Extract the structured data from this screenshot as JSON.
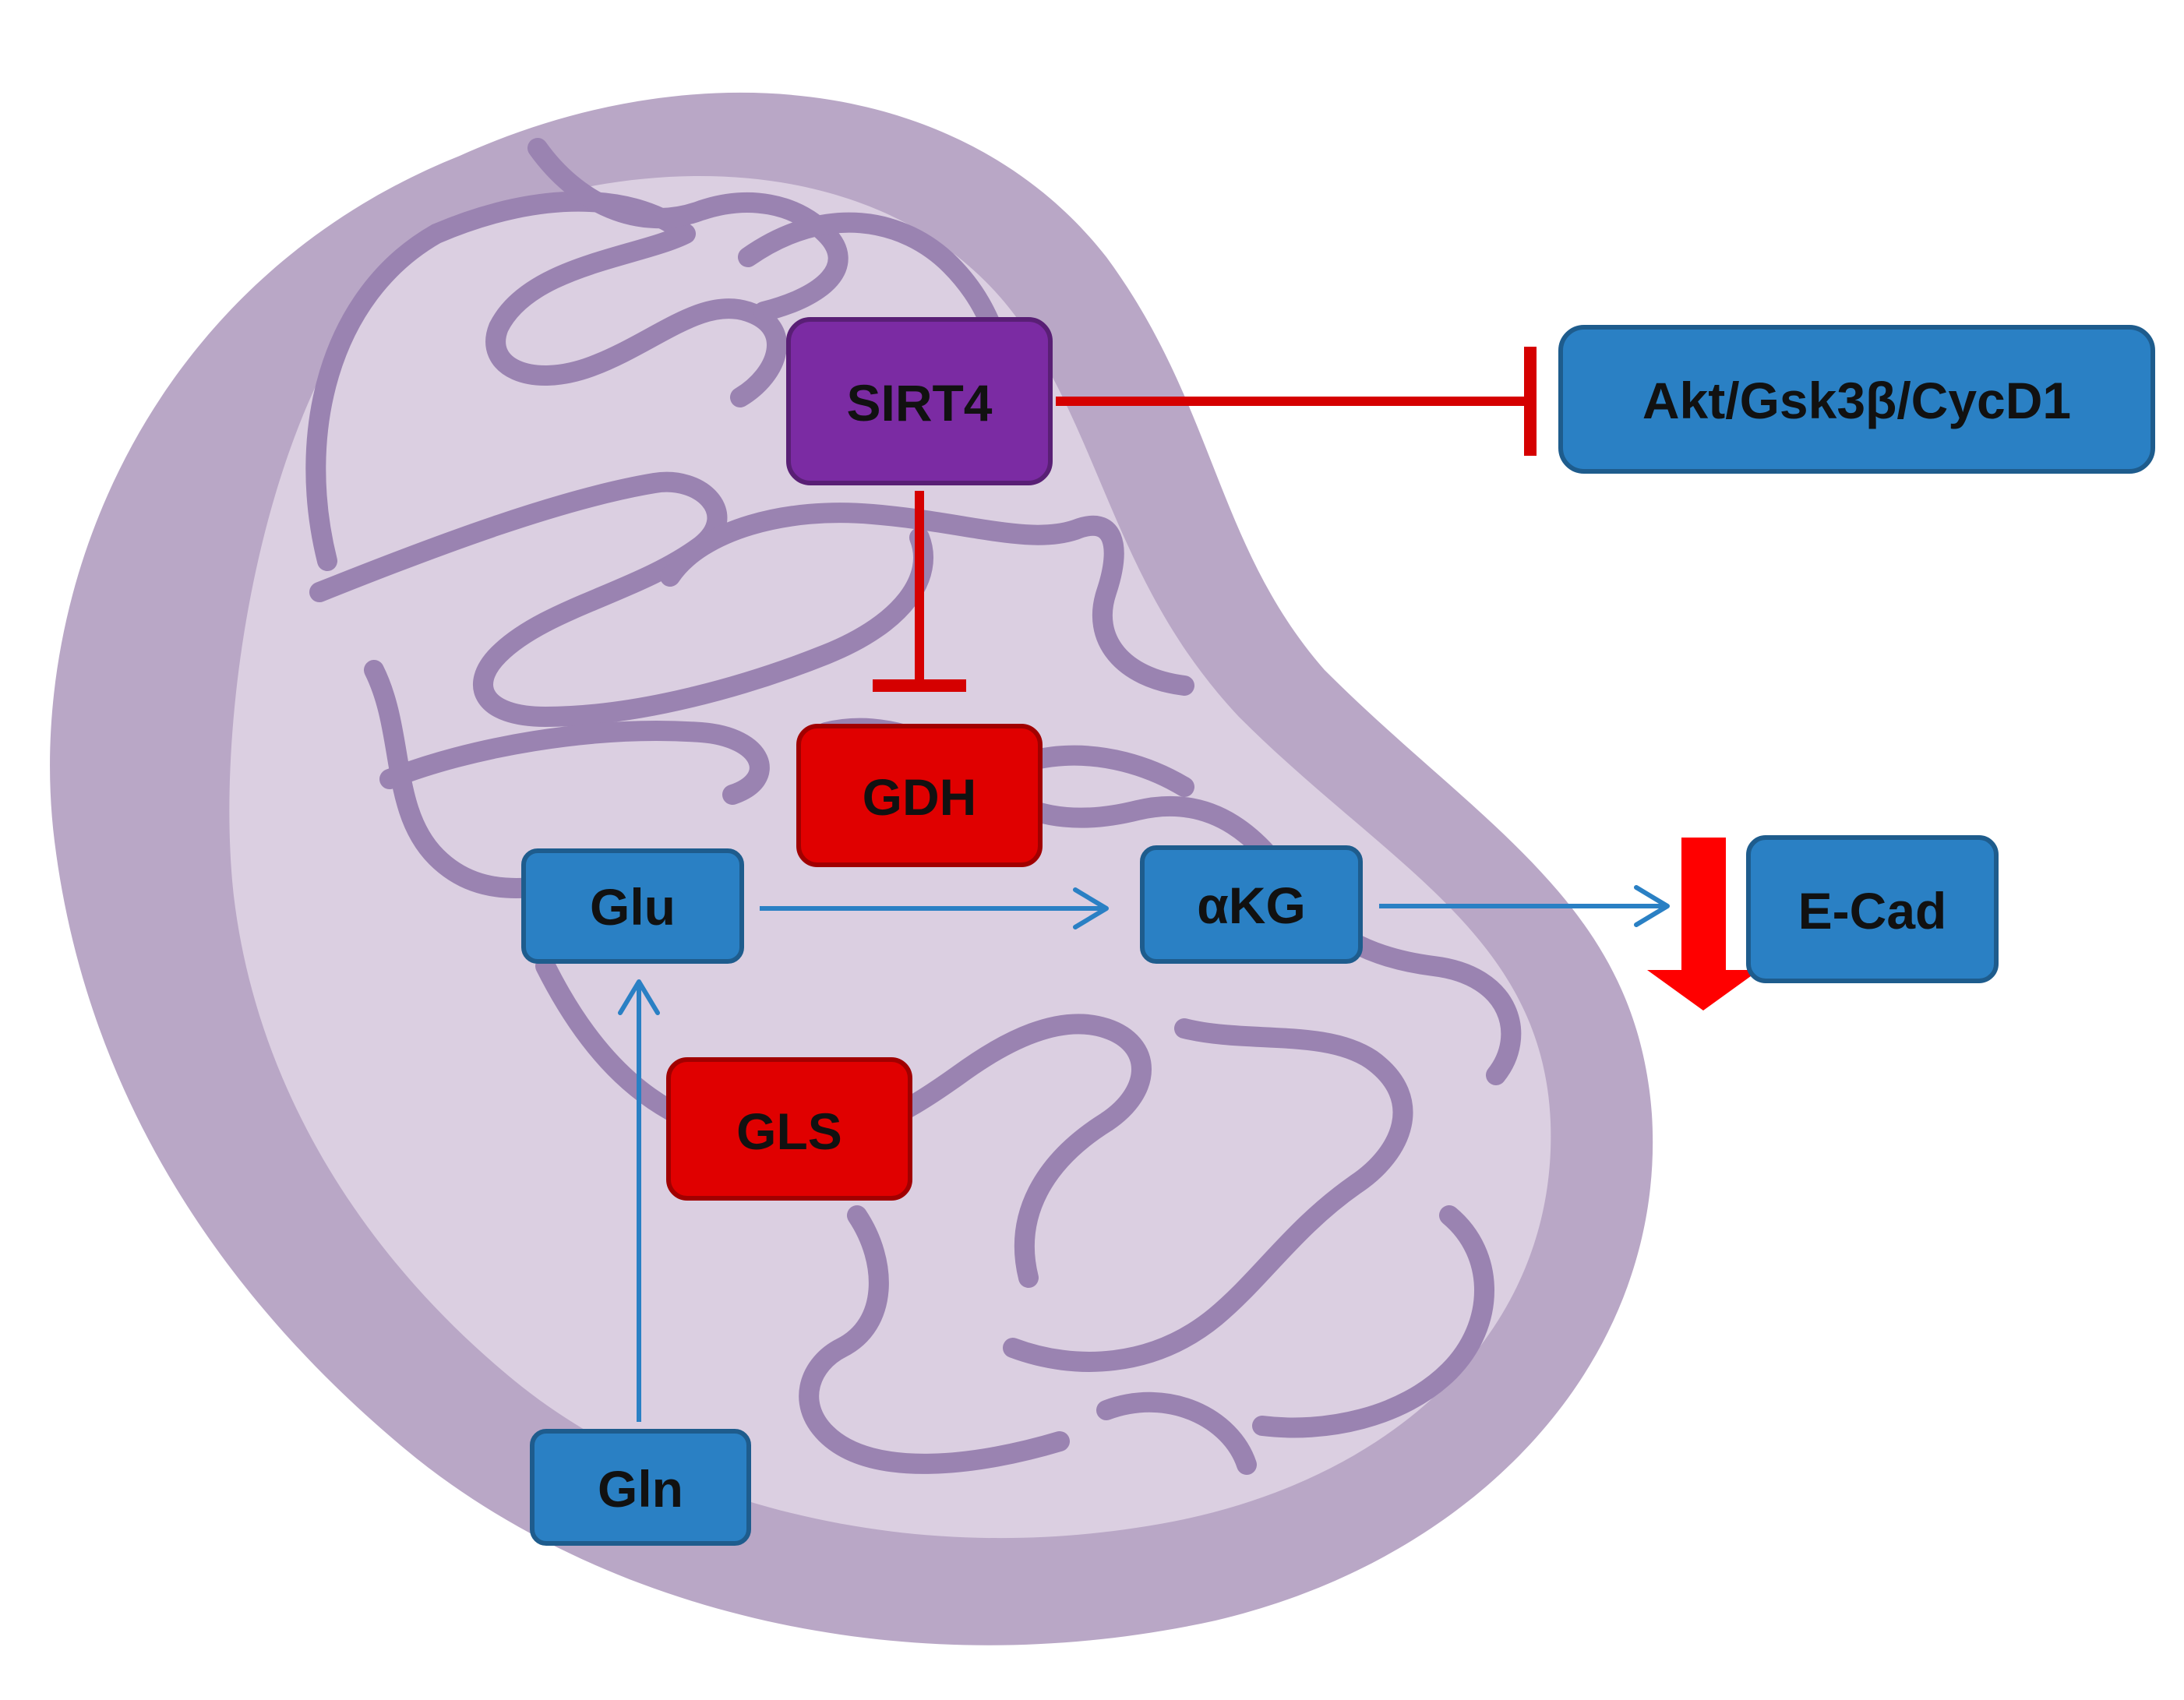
{
  "nodes": {
    "sirt4": {
      "label": "SIRT4",
      "color": "#7B2BA3"
    },
    "gdh": {
      "label": "GDH",
      "color": "#E00000"
    },
    "gls": {
      "label": "GLS",
      "color": "#E00000"
    },
    "glu": {
      "label": "Glu",
      "color": "#2A80C4"
    },
    "akg": {
      "label": "αKG",
      "color": "#2A80C4"
    },
    "gln": {
      "label": "Gln",
      "color": "#2A80C4"
    },
    "ecad": {
      "label": "E-Cad",
      "color": "#2A80C4"
    },
    "akt": {
      "label": "Akt/Gsk3β/CycD1",
      "color": "#2A80C4"
    }
  },
  "edges": [
    {
      "from": "sirt4",
      "to": "akt",
      "type": "inhibition",
      "color": "#D50000"
    },
    {
      "from": "sirt4",
      "to": "gdh",
      "type": "inhibition",
      "color": "#D50000"
    },
    {
      "from": "glu",
      "to": "akg",
      "type": "activation",
      "color": "#2A80C4"
    },
    {
      "from": "akg",
      "to": "ecad",
      "type": "activation",
      "color": "#2A80C4"
    },
    {
      "from": "gln",
      "to": "glu",
      "type": "activation",
      "color": "#2A80C4"
    }
  ],
  "ecad_indicator": {
    "direction": "down",
    "color": "#FF0000"
  },
  "mitochondrion": {
    "outer_color": "#B9A7C6",
    "inner_color": "#DBCFE1",
    "cristae_color": "#9A83B1"
  }
}
